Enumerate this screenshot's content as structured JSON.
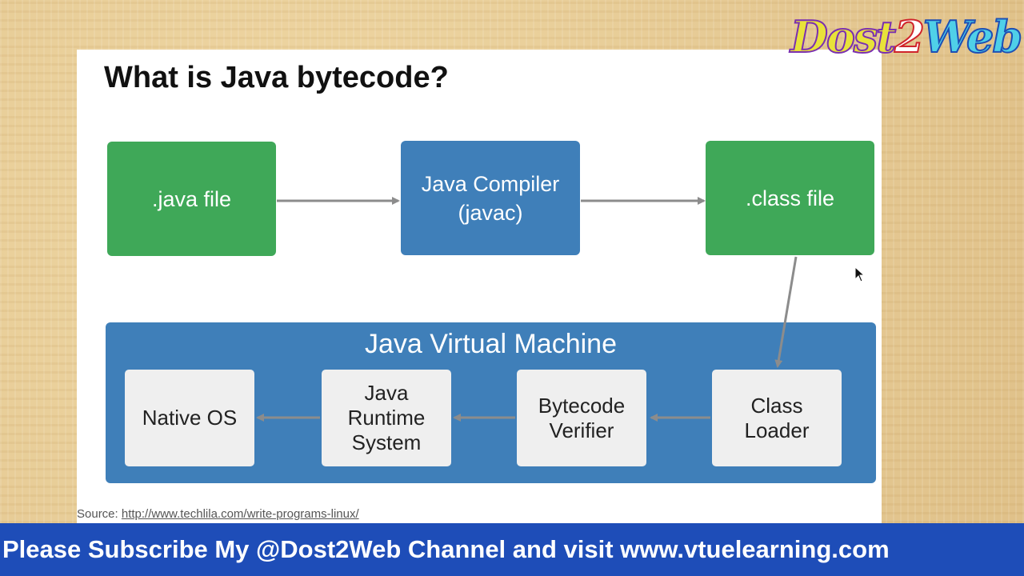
{
  "slide": {
    "title": "What is Java bytecode?",
    "source_label": "Source:",
    "source_url": "http://www.techlila.com/write-programs-linux/"
  },
  "diagram": {
    "nodes": {
      "java_file": ".java file",
      "compiler": "Java Compiler\n(javac)",
      "class_file": ".class file",
      "jvm": "Java Virtual Machine",
      "native_os": "Native OS",
      "runtime": "Java\nRuntime\nSystem",
      "verifier": "Bytecode\nVerifier",
      "class_loader": "Class\nLoader"
    },
    "colors": {
      "source_node": "#3fa858",
      "process_node": "#3f7fb9",
      "jvm_inner": "#efefef",
      "arrow": "#8c8c8c"
    },
    "edges": [
      [
        ".java file",
        "Java Compiler (javac)"
      ],
      [
        "Java Compiler (javac)",
        ".class file"
      ],
      [
        ".class file",
        "Class Loader"
      ],
      [
        "Class Loader",
        "Bytecode Verifier"
      ],
      [
        "Bytecode Verifier",
        "Java Runtime System"
      ],
      [
        "Java Runtime System",
        "Native OS"
      ]
    ]
  },
  "logo": {
    "part1": "Dost",
    "part2": "2",
    "part3": "Web"
  },
  "banner": {
    "text": "Please Subscribe My @Dost2Web Channel and visit www.vtuelearning.com"
  }
}
